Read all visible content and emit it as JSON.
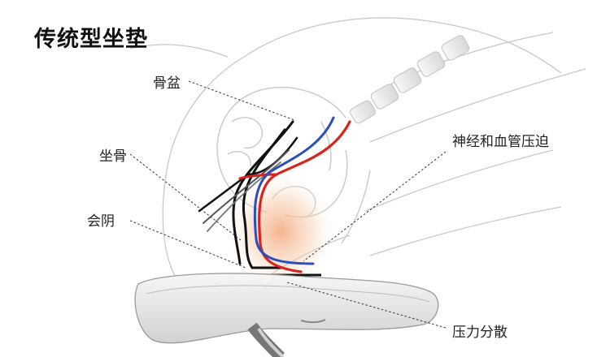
{
  "title": "传统型坐垫",
  "labels": {
    "pelvis": "骨盆",
    "sit_bone": "坐骨",
    "perineum": "会阴",
    "compression": "神经和血管压迫",
    "pressure": "压力分散"
  },
  "colors": {
    "outline": "#c8c8c8",
    "nerve_black": "#111111",
    "artery_red": "#d9231c",
    "vein_blue": "#2a4fbf",
    "pressure_glow": "#f3a67a",
    "saddle": "#e9e9e9"
  }
}
